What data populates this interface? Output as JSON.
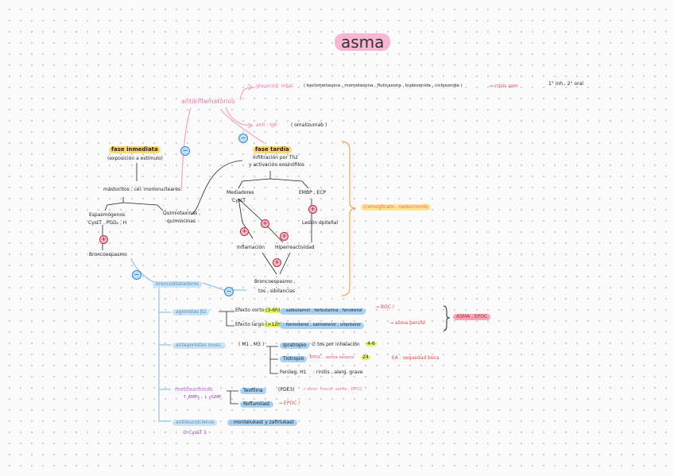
{
  "title": "asma",
  "antiinflamatorios": {
    "label": "antiinflamatorios",
    "glucocort": "glucocort. inhal.",
    "glucocort_drugs": "( beclometasona , mometasona , fluticasona , budesonida , ciclesonida )",
    "crisis": "→ crisis asm",
    "crisis_note": "1° inh , 2° oral",
    "antiige": "anti - IgE",
    "antiige_drug": "( omalizumab )"
  },
  "fase_inmediata": {
    "title": "fase inmediata",
    "subtitle": "(exposición a estímulo)",
    "cells": "mastocitos , cél. mononucleares",
    "espasmogenos": "Espasmógenos",
    "espasmogenos_detail": "CysLT , PGD₂ , H",
    "quimiotaxinas": "Quimiotaxinas ,",
    "quimiotaxinas2": "quimiocinas",
    "broncoespasmo": "Broncoespasmo"
  },
  "fase_tardia": {
    "title": "fase tardía",
    "line1": "Infiltración por Th2",
    "line2": "y activación eosinófilos",
    "mediadores": "Mediadores",
    "mediadores2": "CysLT",
    "embp": "EMBP , ECP",
    "lesion": "Lesión epitelial",
    "inflamacion": "Inflamación",
    "hiper": "Hiperreactividad",
    "result1": "Broncoespasmo ,",
    "result2": "tos , sibilancias"
  },
  "cromoglicato": "cromoglicato , nedocromilo",
  "broncodilatadores": {
    "label": "broncodilatadores",
    "agonistas": "agonistas β2",
    "efecto_corto": "Efecto corto",
    "corto_dur": "(3-6h)",
    "corto_drugs": ": salbutamol , terbutalina , fenoterol",
    "boc": "→ BOC !",
    "efecto_largo": "Efecto largo",
    "largo_dur": "(>12h)",
    "largo_drugs": ": formoterol , salmeterol , vilanterol",
    "asma_persist": "→ asma persist",
    "asma_epoc": "ASMA , EPOC",
    "antagonistas": "antagonistas musc.",
    "antag_receptors": "( M1 , M3 )",
    "ipratropio": "Ipratropio",
    "ipratropio_detail": ": ∅ tos por inhalación",
    "ipratropio_dur": "4-6",
    "tiotropio": "Tiotropio",
    "tiotropio_detail": ": EPOC , asma severa",
    "tiotropio_dur": "24",
    "ea": "EA : sequedad boca",
    "fenileg": "Fenileg. H1",
    "fenileg_detail": ": rinitis , alerg. grave",
    "metilxantinas": "metilxantinas",
    "metil_sub": "↑ AMPc , ↓ cGMP",
    "teofilina": "Teofilina",
    "teofilina_detail": "(PDE3)",
    "teofilina_note": "→ asist. mecá. asma , EPOC",
    "roflumilast": "Roflumilast",
    "roflumilast_note": "→ EPOC !",
    "antileucotrienos": "antileucotrienos",
    "antileuco_drugs": ": montelukast y zafirlukast",
    "antileuco_sub": "∅ CysLT 1"
  }
}
